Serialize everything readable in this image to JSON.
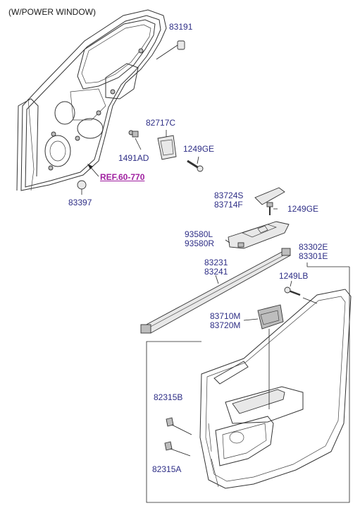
{
  "header": {
    "title": "(W/POWER WINDOW)"
  },
  "reference": {
    "label": "REF.60-770"
  },
  "parts": {
    "p83191": "83191",
    "p82717C": "82717C",
    "p1491AD": "1491AD",
    "p1249GE_a": "1249GE",
    "p83397": "83397",
    "p83724S": "83724S",
    "p83714F": "83714F",
    "p1249GE_b": "1249GE",
    "p93580L": "93580L",
    "p93580R": "93580R",
    "p83302E": "83302E",
    "p83301E": "83301E",
    "p83231": "83231",
    "p83241": "83241",
    "p1249LB": "1249LB",
    "p83710M": "83710M",
    "p83720M": "83720M",
    "p82315B": "82315B",
    "p82315A": "82315A"
  },
  "colors": {
    "label": "#2e2e86",
    "reference": "#a020a0",
    "line": "#333333"
  }
}
